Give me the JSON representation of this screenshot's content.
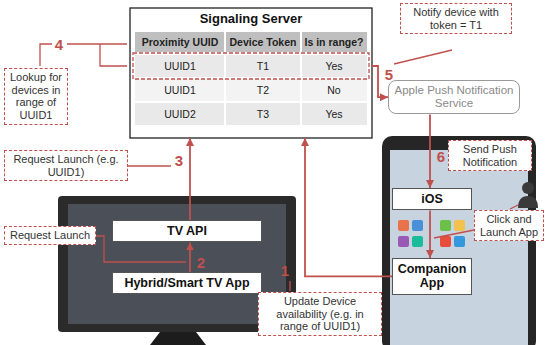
{
  "diagram": {
    "nodes": [
      {
        "text": [
          "Signaling Server"
        ]
      },
      {
        "text": [
          "Notify device with token = T1"
        ]
      },
      {
        "text": [
          "Lookup for devices in range of UUID1"
        ]
      },
      {
        "text": [
          "Apple Push Notification Service"
        ]
      },
      {
        "text": [
          "Request Launch (e.g. UUID1)"
        ]
      },
      {
        "text": [
          "TV API"
        ]
      },
      {
        "text": [
          "Request Launch"
        ]
      },
      {
        "text": [
          "Send Push Notification"
        ]
      },
      {
        "text": [
          "iOS"
        ]
      },
      {
        "text": [
          "Click and Launch App"
        ]
      },
      {
        "text": [
          "Hybrid/Smart TV App"
        ]
      },
      {
        "text": [
          "Companion App"
        ]
      },
      {
        "text": [
          "Update Device availability (e.g. in range of UUID1)"
        ]
      }
    ],
    "edges": [
      {
        "from": 11,
        "to": 0,
        "arrow": "to"
      },
      {
        "from": 10,
        "to": 5,
        "arrow": "to"
      },
      {
        "from": 5,
        "to": 0,
        "arrow": "to"
      },
      {
        "from": 0,
        "to": 3,
        "arrow": "to"
      },
      {
        "from": 3,
        "to": 8,
        "arrow": "to"
      },
      {
        "from": 8,
        "to": 11,
        "arrow": "to"
      }
    ],
    "labels": [
      "Proximity UUID",
      "Device Token",
      "Is in range?",
      "UUID1",
      "T1",
      "Yes",
      "UUID1",
      "T2",
      "No",
      "UUID2",
      "T3",
      "Yes",
      "1",
      "2",
      "3",
      "4",
      "5",
      "6"
    ]
  }
}
